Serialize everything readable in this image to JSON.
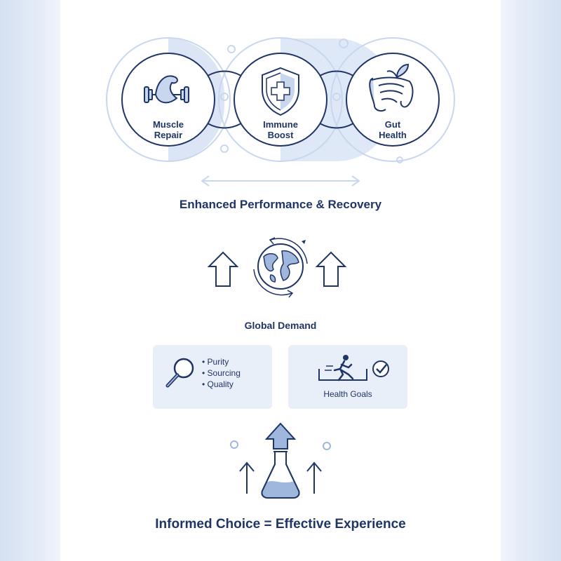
{
  "benefits": [
    {
      "line1": "Muscle",
      "line2": "Repair",
      "icon": "flexed-arm-dumbbell-icon"
    },
    {
      "line1": "Immune",
      "line2": "Boost",
      "icon": "shield-cross-icon"
    },
    {
      "line1": "Gut",
      "line2": "Health",
      "icon": "intestine-plant-icon"
    }
  ],
  "performance_heading": "Enhanced Performance & Recovery",
  "global_demand_label": "Global Demand",
  "quality_card": {
    "icon": "magnifier-icon",
    "items": [
      "Purity",
      "Sourcing",
      "Quality"
    ]
  },
  "health_card": {
    "icon": "runner-checkmark-icon",
    "label": "Health Goals"
  },
  "conclusion": "Informed Choice = Effective Experience",
  "colors": {
    "navy": "#1f3566",
    "accent": "#4a6fb0",
    "light_accent": "#c9d7ee",
    "card_bg": "#e9eff9"
  }
}
